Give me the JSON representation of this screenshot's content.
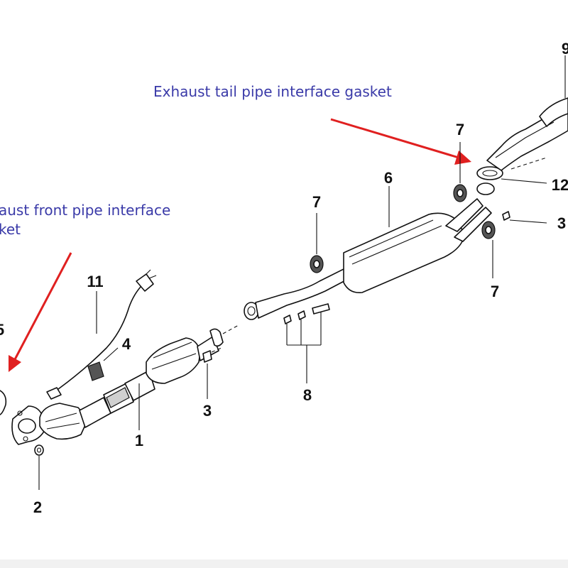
{
  "callouts": {
    "tail_gasket": "Exhaust tail pipe interface gasket",
    "front_gasket_line1": "aust front pipe interface",
    "front_gasket_line2": "ket"
  },
  "part_numbers": {
    "p1": "1",
    "p2": "2",
    "p3_left": "3",
    "p3_right": "3",
    "p4": "4",
    "p5_partial": "5",
    "p6": "6",
    "p7_upper": "7",
    "p7_middle": "7",
    "p7_lower": "7",
    "p8": "8",
    "p9_partial": "9",
    "p11": "11",
    "p12_partial": "12"
  },
  "colors": {
    "callout_text": "#3a3aa8",
    "arrow": "#e02020",
    "line": "#111111"
  }
}
